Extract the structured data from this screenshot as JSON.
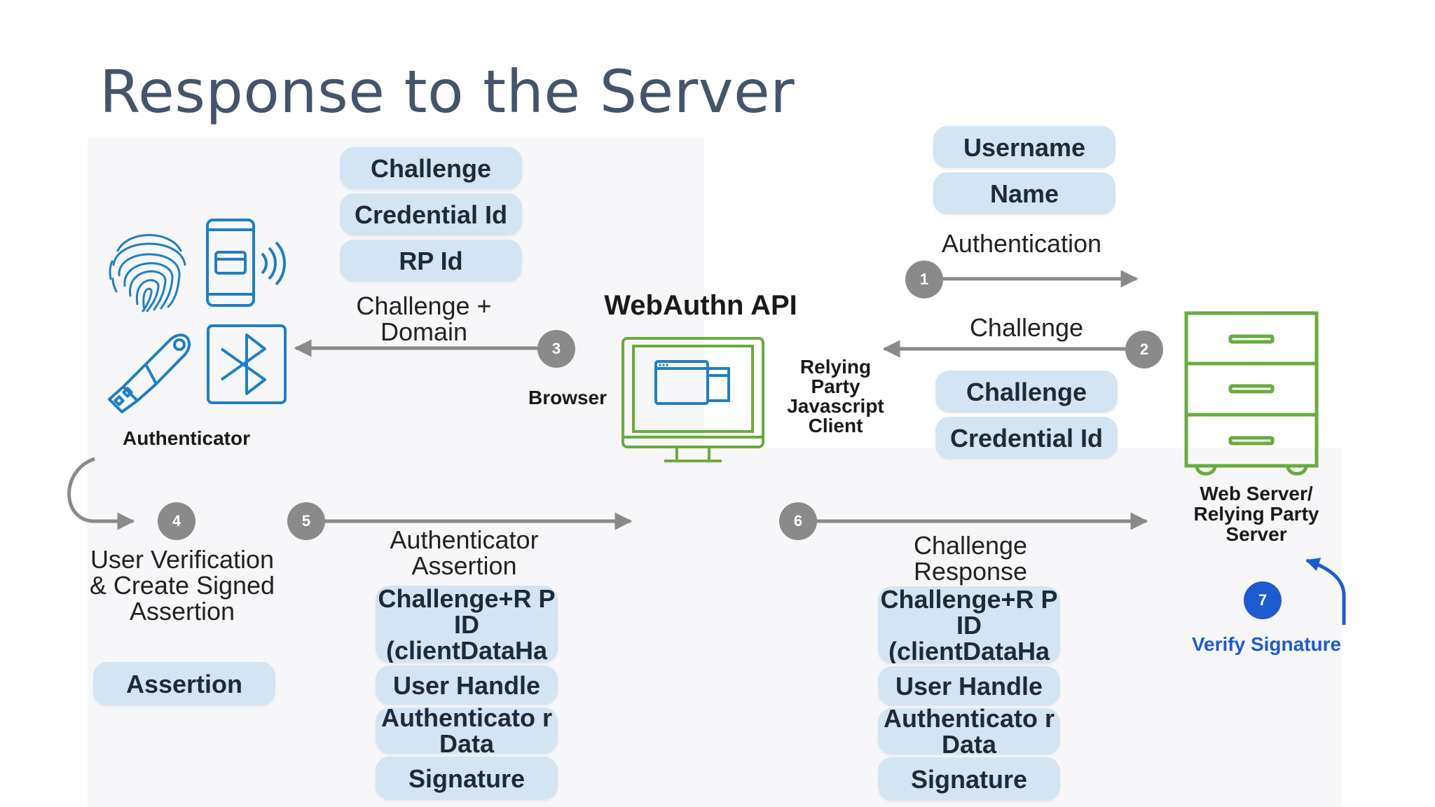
{
  "title": "Response to the Server",
  "top_left_pills": [
    "Challenge",
    "Credential Id",
    "RP Id"
  ],
  "top_right_pills": [
    "Username",
    "Name"
  ],
  "right_mid_pills": [
    "Challenge",
    "Credential Id"
  ],
  "assertion_pill": "Assertion",
  "assertion_pills_left": [
    "Challenge+R P ID (clientDataHa",
    "User Handle",
    "Authenticato r Data",
    "Signature"
  ],
  "assertion_pills_right": [
    "Challenge+R P ID (clientDataHa",
    "User Handle",
    "Authenticato r Data",
    "Signature"
  ],
  "labels": {
    "authenticator": "Authenticator",
    "challenge_domain": "Challenge + Domain",
    "webauthn_api": "WebAuthn API",
    "browser": "Browser",
    "rp_js_client": "Relying Party Javascript Client",
    "authentication": "Authentication",
    "challenge_arrow": "Challenge",
    "web_server": "Web Server/ Relying Party Server",
    "user_verification": "User Verification & Create Signed Assertion",
    "authenticator_assertion": "Authenticator Assertion",
    "challenge_response": "Challenge Response",
    "verify_signature": "Verify Signature"
  },
  "steps": [
    "1",
    "2",
    "3",
    "4",
    "5",
    "6",
    "7"
  ],
  "icons": [
    "fingerprint-icon",
    "mobile-nfc-icon",
    "usb-key-icon",
    "bluetooth-icon",
    "browser-monitor-icon",
    "server-cabinet-icon"
  ],
  "colors": {
    "title": "#44546a",
    "pill": "#d3e4f2",
    "step": "#8a8a8a",
    "step_verify": "#1e5bd0",
    "authenticator_icons": "#1f7fc4",
    "green": "#6aab3e",
    "arrow": "#8a8a8a"
  }
}
